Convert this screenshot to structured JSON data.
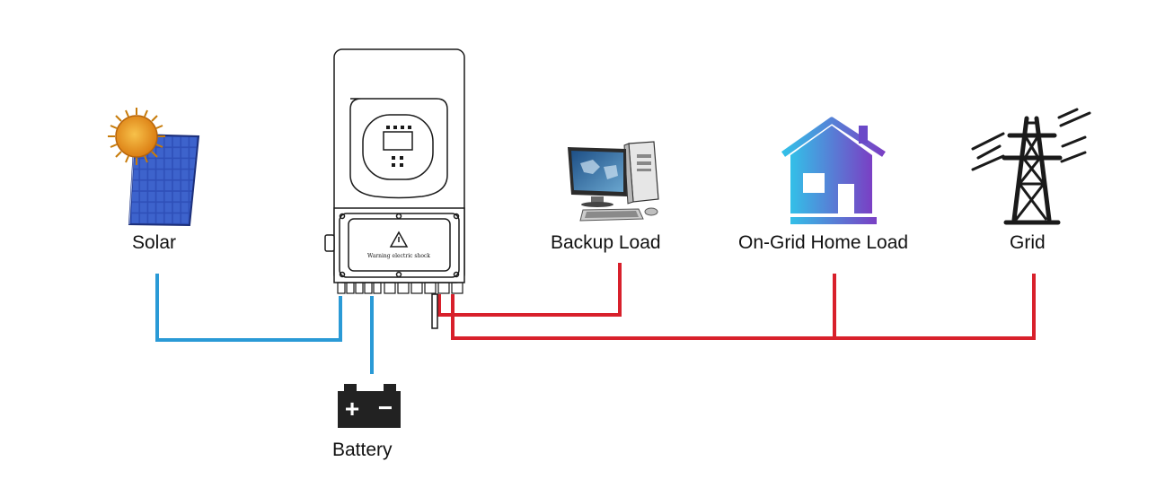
{
  "labels": {
    "solar": "Solar",
    "backup_load": "Backup Load",
    "on_grid_home_load": "On-Grid Home Load",
    "grid": "Grid",
    "battery": "Battery"
  },
  "inverter": {
    "warning_text": "Warning electric shock"
  },
  "battery": {
    "plus": "+",
    "minus": "−"
  },
  "colors": {
    "dc_wire": "#2a9ad6",
    "ac_wire": "#d8202b",
    "outline": "#1a1a1a",
    "sun_core": "#e8a11a",
    "panel_blue": "#2e4fb8",
    "house_gradient_start": "#33c0e8",
    "house_gradient_end": "#7a3fc4",
    "battery_body": "#222222"
  },
  "icons": [
    "solar-panel-icon",
    "inverter-icon",
    "battery-icon",
    "computer-icon",
    "house-icon",
    "power-tower-icon"
  ]
}
